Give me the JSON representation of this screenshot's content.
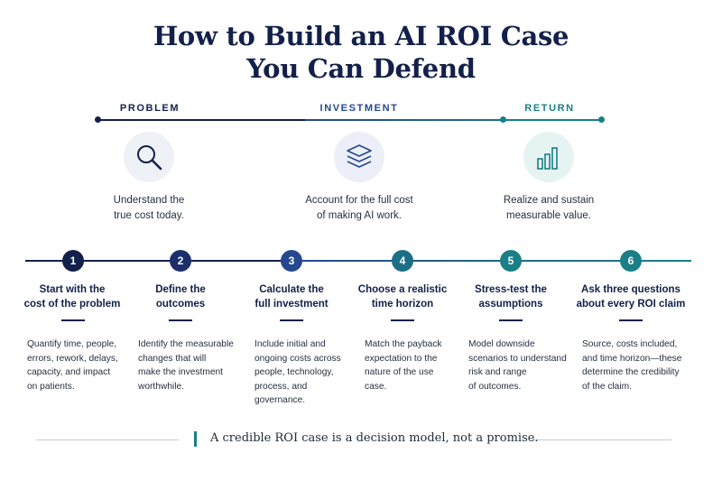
{
  "title": {
    "line1": "How to Build an AI ROI Case",
    "line2": "You Can Defend"
  },
  "phases": [
    {
      "label": "PROBLEM",
      "icon": "magnifier-icon",
      "desc": [
        "Understand the",
        "true cost today."
      ],
      "color": "#13204a"
    },
    {
      "label": "INVESTMENT",
      "icon": "layers-icon",
      "desc": [
        "Account for the full cost",
        "of making AI work."
      ],
      "color": "#25488f"
    },
    {
      "label": "RETURN",
      "icon": "bar-chart-icon",
      "desc": [
        "Realize and sustain",
        "measurable value."
      ],
      "color": "#1a7f86"
    }
  ],
  "steps": [
    {
      "number": "1",
      "title": [
        "Start with the",
        "cost of the problem"
      ],
      "desc": [
        "Quantify time, people,",
        "errors, rework, delays,",
        "capacity, and impact",
        "on patients."
      ],
      "color": "#13204a"
    },
    {
      "number": "2",
      "title": [
        "Define the",
        "outcomes"
      ],
      "desc": [
        "Identify the measurable",
        "changes that will",
        "make the investment",
        "worthwhile."
      ],
      "color": "#1c2f6b"
    },
    {
      "number": "3",
      "title": [
        "Calculate the",
        "full investment"
      ],
      "desc": [
        "Include initial and",
        "ongoing costs across",
        "people, technology,",
        "process, and",
        "governance."
      ],
      "color": "#25488f"
    },
    {
      "number": "4",
      "title": [
        "Choose a realistic",
        "time horizon"
      ],
      "desc": [
        "Match the payback",
        "expectation to the",
        "nature of the use",
        "case."
      ],
      "color": "#1c6e87"
    },
    {
      "number": "5",
      "title": [
        "Stress-test the",
        "assumptions"
      ],
      "desc": [
        "Model downside",
        "scenarios to understand",
        "risk and range",
        "of outcomes."
      ],
      "color": "#1a7f86"
    },
    {
      "number": "6",
      "title": [
        "Ask three questions",
        "about every ROI claim"
      ],
      "desc": [
        "Source, costs included,",
        "and time horizon—these",
        "determine the credibility",
        "of the claim."
      ],
      "color": "#1a7f86"
    }
  ],
  "footer": {
    "text": "A credible ROI case is a decision model, not a promise."
  }
}
